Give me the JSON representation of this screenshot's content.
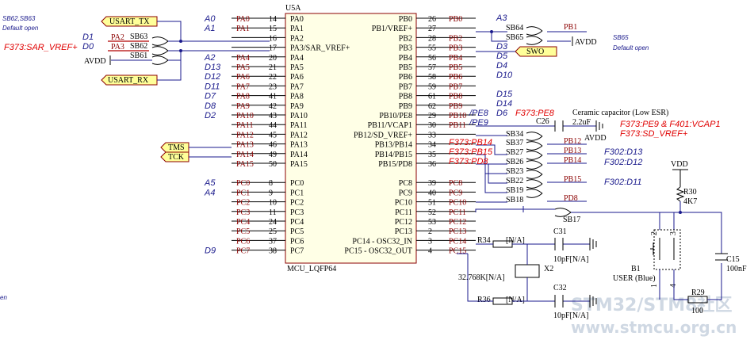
{
  "chip": {
    "ref": "U5A",
    "part": "MCU_LQFP64",
    "left_pins": [
      {
        "net": "PA0",
        "num": "14",
        "name": "PA0",
        "ann": "A0"
      },
      {
        "net": "PA1",
        "num": "15",
        "name": "PA1",
        "ann": "A1"
      },
      {
        "net": "",
        "num": "16",
        "name": "PA2",
        "ann": ""
      },
      {
        "net": "",
        "num": "17",
        "name": "PA3/SAR_VREF+",
        "ann": ""
      },
      {
        "net": "PA4",
        "num": "20",
        "name": "PA4",
        "ann": "A2"
      },
      {
        "net": "PA5",
        "num": "21",
        "name": "PA5",
        "ann": "D13"
      },
      {
        "net": "PA6",
        "num": "22",
        "name": "PA6",
        "ann": "D12"
      },
      {
        "net": "PA7",
        "num": "23",
        "name": "PA7",
        "ann": "D11"
      },
      {
        "net": "PA8",
        "num": "41",
        "name": "PA8",
        "ann": "D7"
      },
      {
        "net": "PA9",
        "num": "42",
        "name": "PA9",
        "ann": "D8"
      },
      {
        "net": "PA10",
        "num": "43",
        "name": "PA10",
        "ann": "D2"
      },
      {
        "net": "PA11",
        "num": "44",
        "name": "PA11",
        "ann": ""
      },
      {
        "net": "PA12",
        "num": "45",
        "name": "PA12",
        "ann": ""
      },
      {
        "net": "PA13",
        "num": "46",
        "name": "PA13",
        "ann": ""
      },
      {
        "net": "PA14",
        "num": "49",
        "name": "PA14",
        "ann": ""
      },
      {
        "net": "PA15",
        "num": "50",
        "name": "PA15",
        "ann": ""
      },
      {
        "net": "PC0",
        "num": "8",
        "name": "PC0",
        "ann": "A5"
      },
      {
        "net": "PC1",
        "num": "9",
        "name": "PC1",
        "ann": "A4"
      },
      {
        "net": "PC2",
        "num": "10",
        "name": "PC2",
        "ann": ""
      },
      {
        "net": "PC3",
        "num": "11",
        "name": "PC3",
        "ann": ""
      },
      {
        "net": "PC4",
        "num": "24",
        "name": "PC4",
        "ann": ""
      },
      {
        "net": "PC5",
        "num": "25",
        "name": "PC5",
        "ann": ""
      },
      {
        "net": "PC6",
        "num": "37",
        "name": "PC6",
        "ann": ""
      },
      {
        "net": "PC7",
        "num": "38",
        "name": "PC7",
        "ann": "D9"
      }
    ],
    "right_pins": [
      {
        "name": "PB0",
        "num": "26",
        "net": "PB0"
      },
      {
        "name": "PB1/VREF+",
        "num": "27",
        "net": ""
      },
      {
        "name": "PB2",
        "num": "28",
        "net": "PB2"
      },
      {
        "name": "PB3",
        "num": "55",
        "net": "PB3"
      },
      {
        "name": "PB4",
        "num": "56",
        "net": "PB4"
      },
      {
        "name": "PB5",
        "num": "57",
        "net": "PB5"
      },
      {
        "name": "PB6",
        "num": "58",
        "net": "PB6"
      },
      {
        "name": "PB7",
        "num": "59",
        "net": "PB7"
      },
      {
        "name": "PB8",
        "num": "61",
        "net": "PB8"
      },
      {
        "name": "PB9",
        "num": "62",
        "net": "PB9"
      },
      {
        "name": "PB10/PE8",
        "num": "29",
        "net": "PB10"
      },
      {
        "name": "PB11/VCAP1",
        "num": "30",
        "net": "PB11"
      },
      {
        "name": "PB12/SD_VREF+",
        "num": "33",
        "net": ""
      },
      {
        "name": "PB13/PB14",
        "num": "34",
        "net": ""
      },
      {
        "name": "PB14/PB15",
        "num": "35",
        "net": ""
      },
      {
        "name": "PB15/PD8",
        "num": "36",
        "net": ""
      },
      {
        "name": "PC8",
        "num": "39",
        "net": "PC8"
      },
      {
        "name": "PC9",
        "num": "40",
        "net": "PC9"
      },
      {
        "name": "PC10",
        "num": "51",
        "net": "PC10"
      },
      {
        "name": "PC11",
        "num": "52",
        "net": "PC11"
      },
      {
        "name": "PC12",
        "num": "53",
        "net": "PC12"
      },
      {
        "name": "PC13",
        "num": "2",
        "net": "PC13"
      },
      {
        "name": "PC14 - OSC32_IN",
        "num": "3",
        "net": "PC14"
      },
      {
        "name": "PC15 - OSC32_OUT",
        "num": "4",
        "net": "PC15"
      }
    ]
  },
  "left_side": {
    "note_top": "SB62,SB63",
    "note_default": "Default open",
    "note_bottom": "en",
    "usart_tx": "USART_TX",
    "usart_rx": "USART_RX",
    "tms": "TMS",
    "tck": "TCK",
    "avdd": "AVDD",
    "sb63": "SB63",
    "sb62": "SB62",
    "sb61": "SB61",
    "net_pa2": "PA2",
    "net_pa3": "PA3",
    "d1": "D1",
    "d0": "D0",
    "f373_sar": "F373:SAR_VREF+"
  },
  "right_side": {
    "a3": "A3",
    "sb64": "SB64",
    "sb65": "SB65",
    "net_pb1": "PB1",
    "avdd": "AVDD",
    "sb65_note": "SB65",
    "sb65_default": "Default open",
    "d3": "D3",
    "swo": "SWO",
    "d5": "D5",
    "d4": "D4",
    "d10": "D10",
    "d15": "D15",
    "d14": "D14",
    "d6": "D6",
    "f373_pe8": "F373:PE8",
    "pe8_suffix": "/PE8",
    "pe9_suffix": "/PE9",
    "ceramic_note": "Ceramic capacitor (Low ESR)",
    "c26": "C26",
    "c26_value": "2.2uF",
    "avdd2": "AVDD",
    "f373_pe9": "F373:PE9 & F401:VCAP1",
    "f373_sdvref": "F373:SD_VREF+",
    "sb34": "SB34",
    "sb37": "SB37",
    "sb27": "SB27",
    "sb26": "SB26",
    "sb23": "SB23",
    "sb22": "SB22",
    "sb19": "SB19",
    "sb18": "SB18",
    "sb17": "SB17",
    "f373_pb14": "F373:PB14",
    "f373_pb15": "F373:PB15",
    "f373_pd8": "F373:PD8",
    "net_pb12": "PB12",
    "net_pb13": "PB13",
    "net_pb14": "PB14",
    "net_pb15": "PB15",
    "net_pd8": "PD8",
    "f302_d13": "F302:D13",
    "f302_d12": "F302:D12",
    "f302_d11": "F302:D11"
  },
  "osc": {
    "r34": "R34",
    "r34_val": "[N/A]",
    "c31": "C31",
    "c31_val": "10pF[N/A]",
    "x2": "X2",
    "x2_val": "32.768K[N/A]",
    "c32": "C32",
    "c32_val": "10pF[N/A]",
    "r36": "R36",
    "r36_val": "[N/A]"
  },
  "user_button": {
    "vdd": "VDD",
    "r30": "R30",
    "r30_val": "4K7",
    "b1": "B1",
    "b1_label": "USER (Blue)",
    "c15": "C15",
    "c15_val": "100nF",
    "r29": "R29",
    "r29_val": "100",
    "pin1": "1",
    "pin2": "2",
    "pin3": "3",
    "pin4": "4"
  },
  "watermark": {
    "line1": "STM32/STM8社区",
    "line2": "www.stmcu.org.cn"
  }
}
